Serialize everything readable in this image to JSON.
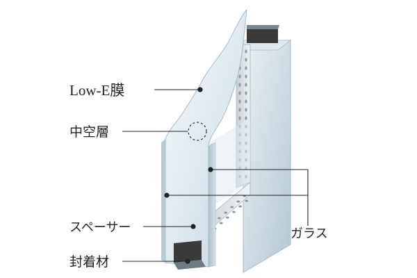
{
  "labels": {
    "low_e": "Low-E膜",
    "hollow_layer": "中空層",
    "spacer": "スペーサー",
    "sealant": "封着材",
    "glass": "ガラス"
  },
  "colors": {
    "glass_light": "#e8f0f4",
    "glass_mid": "#c9d8e0",
    "glass_dark": "#9fb3be",
    "spacer": "#b9c3c8",
    "sealant": "#3a3a3a",
    "leader": "#222222"
  }
}
